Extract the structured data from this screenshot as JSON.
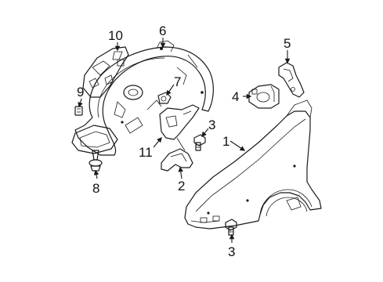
{
  "diagram": {
    "callouts": [
      {
        "id": "c1",
        "label": "1"
      },
      {
        "id": "c2",
        "label": "2"
      },
      {
        "id": "c3a",
        "label": "3"
      },
      {
        "id": "c3b",
        "label": "3"
      },
      {
        "id": "c4",
        "label": "4"
      },
      {
        "id": "c5",
        "label": "5"
      },
      {
        "id": "c6",
        "label": "6"
      },
      {
        "id": "c7",
        "label": "7"
      },
      {
        "id": "c8",
        "label": "8"
      },
      {
        "id": "c9",
        "label": "9"
      },
      {
        "id": "c10",
        "label": "10"
      },
      {
        "id": "c11",
        "label": "11"
      }
    ]
  }
}
